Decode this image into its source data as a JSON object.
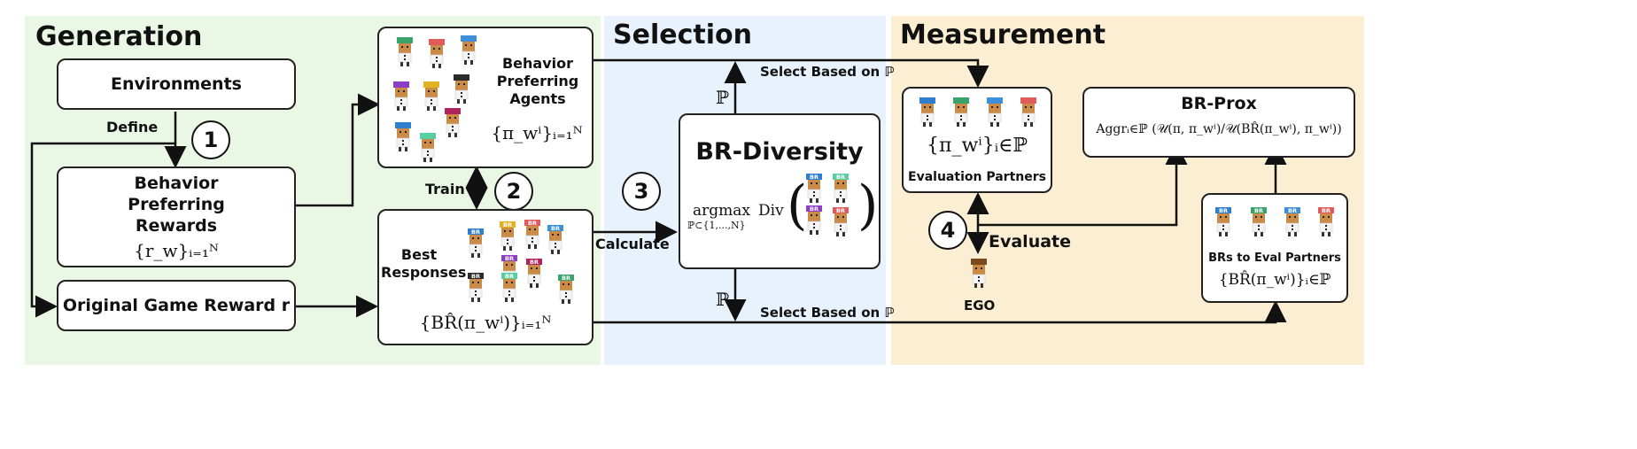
{
  "sections": {
    "generation": "Generation",
    "selection": "Selection",
    "measurement": "Measurement"
  },
  "colors": {
    "generation_bg": "#eaf7e4",
    "selection_bg": "#e7f2fc",
    "measurement_bg": "#fbeed3",
    "agent_colors": [
      "#3aa36a",
      "#e25b5b",
      "#3c8fd8",
      "#8b3fc4",
      "#e3b224",
      "#2b2b2b",
      "#b0245e",
      "#2f7fd0",
      "#57cfa0"
    ]
  },
  "generation": {
    "environments": "Environments",
    "define": "Define",
    "bpr_title": "Behavior Preferring Rewards",
    "bpr_formula": "{r_w}ᵢ₌₁ᴺ",
    "original_reward": "Original Game Reward r",
    "step1": "1"
  },
  "agents_box": {
    "label": "Behavior Preferring Agents",
    "formula": "{π_wⁱ}ᵢ₌₁ᴺ"
  },
  "train": {
    "label": "Train",
    "step2": "2"
  },
  "br_box": {
    "label": "Best Responses",
    "formula": "{BR̂(π_wⁱ)}ᵢ₌₁ᴺ",
    "chip": "BR"
  },
  "selection": {
    "step3": "3",
    "calculate": "Calculate",
    "select_top": "Select Based on ℙ",
    "select_bottom": "Select Based on ℙ",
    "p_top": "ℙ",
    "p_bottom": "ℙ",
    "br_diversity_title": "BR-Diversity",
    "argmax": "argmax",
    "argmax_sub": "ℙ⊂{1,...,N}",
    "div": "Div"
  },
  "measurement": {
    "eval_partners_formula": "{π_wⁱ}ᵢ∈ℙ",
    "eval_partners_label": "Evaluation Partners",
    "step4": "4",
    "evaluate": "Evaluate",
    "ego": "EGO",
    "brprox_title": "BR-Prox",
    "brprox_formula": "Aggrᵢ∈ℙ (𝒰(π, π_wⁱ)/𝒰(BR̂(π_wⁱ), π_wⁱ))",
    "brs_label": "BRs to Eval Partners",
    "brs_formula": "{BR̂(π_wⁱ)}ᵢ∈ℙ"
  }
}
